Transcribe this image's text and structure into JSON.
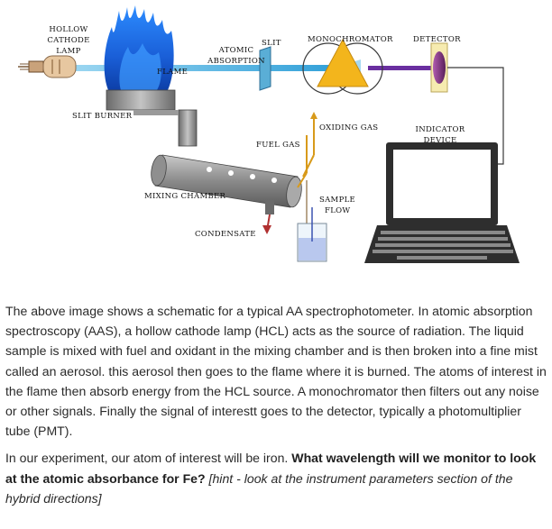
{
  "diagram": {
    "labels": {
      "hollow_cathode_lamp": [
        "HOLLOW",
        "CATHODE",
        "LAMP"
      ],
      "flame": "FLAME",
      "atomic_absorption": [
        "ATOMIC",
        "ABSORPTION"
      ],
      "slit": "SLIT",
      "monochromator": "MONOCHROMATOR",
      "detector": "DETECTOR",
      "slit_burner": "SLIT BURNER",
      "oxidizing_gas": "OXIDING GAS",
      "indicator_device": [
        "INDICATOR",
        "DEVICE"
      ],
      "fuel_gas": "FUEL GAS",
      "mixing_chamber": "MIXING CHAMBER",
      "sample_flow": [
        "SAMPLE",
        "FLOW"
      ],
      "condensate": "CONDENSATE"
    },
    "colors": {
      "flame": "#1e6fe0",
      "light_beam": "#4fb7e6",
      "lamp": "#e7c7a0",
      "prism": "#f3b51c",
      "detector": "#8c3b8a",
      "gas_line": "#d89a1a",
      "monitor_frame": "#3c3c3c"
    }
  },
  "text": {
    "paragraph1": "The above image shows a schematic for a typical AA spectrophotometer.  In atomic absorption spectroscopy (AAS), a hollow cathode lamp (HCL) acts as the source of radiation.  The liquid sample is mixed with fuel and oxidant  in the mixing chamber and is then broken into a fine mist called an aerosol.  this aerosol then goes to the flame where it is burned.  The atoms of interest in the flame then absorb energy from the HCL source.  A monochromator then filters out any noise or other signals.  Finally the signal of interestt goes to the detector, typically a photomultiplier tube (PMT).",
    "paragraph2_intro": "In our experiment, our atom of interest will be iron. ",
    "question": "What wavelength will we monitor to look at the atomic absorbance for Fe?",
    "hint": " [hint - look at the instrument parameters section of the hybrid directions]"
  }
}
